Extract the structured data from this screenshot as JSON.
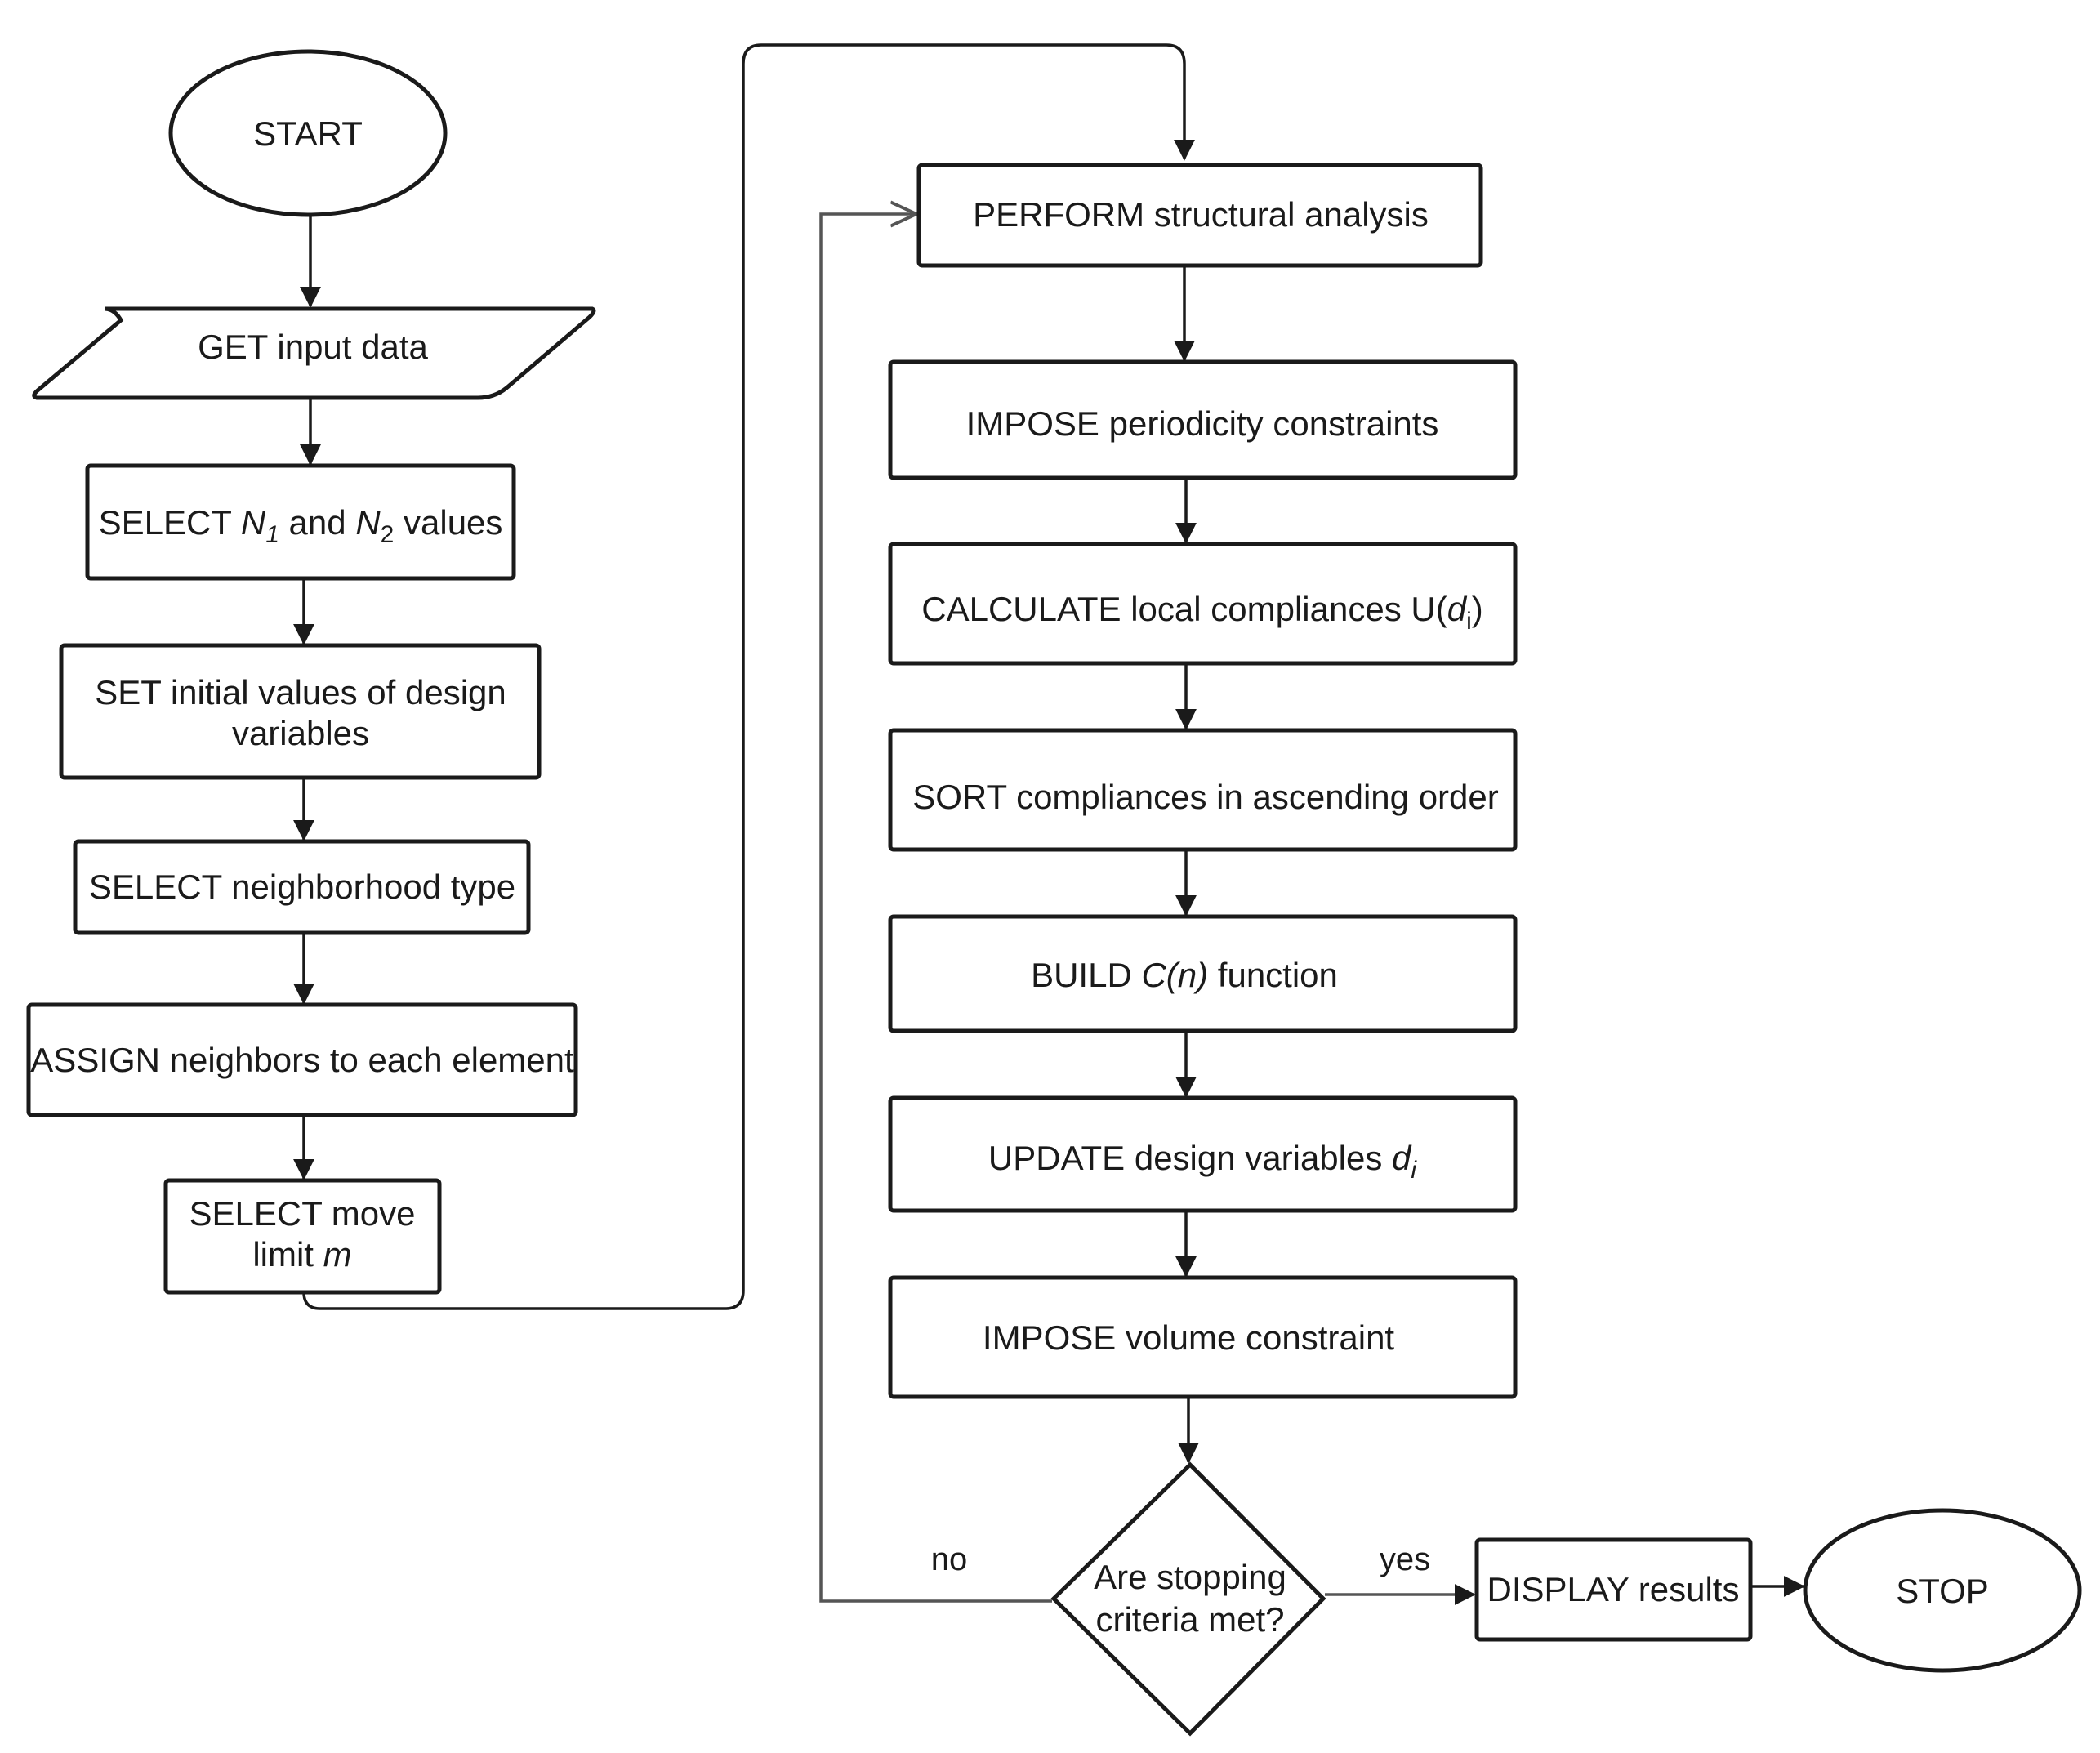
{
  "nodes": {
    "start": "START",
    "get_input": "GET input data",
    "select_n": {
      "before": "SELECT ",
      "n1": "N",
      "n1_sub": "1",
      "mid": " and ",
      "n2": "N",
      "n2_sub": "2",
      "after": " values"
    },
    "set_initial": {
      "line1": "SET initial values of design",
      "line2": "variables"
    },
    "select_neighborhood": "SELECT neighborhood type",
    "assign_neighbors": "ASSIGN neighbors to each element",
    "select_move": {
      "line1": "SELECT move",
      "line2_before": "limit ",
      "line2_var": "m"
    },
    "perform": "PERFORM structural analysis",
    "impose_periodicity": "IMPOSE periodicity constraints",
    "calculate": {
      "before": "CALCULATE local compliances U(",
      "var": "d",
      "sub": "i",
      "after": ")"
    },
    "sort": "SORT compliances in ascending order",
    "build": {
      "before": "BUILD ",
      "var": "C(n)",
      "after": " function"
    },
    "update": {
      "before": "UPDATE design variables ",
      "var": "d",
      "sub": "i"
    },
    "impose_volume": "IMPOSE volume constraint",
    "decision": {
      "line1": "Are stopping",
      "line2": "criteria met?"
    },
    "display": "DISPLAY results",
    "stop": "STOP"
  },
  "edges": {
    "no": "no",
    "yes": "yes"
  }
}
